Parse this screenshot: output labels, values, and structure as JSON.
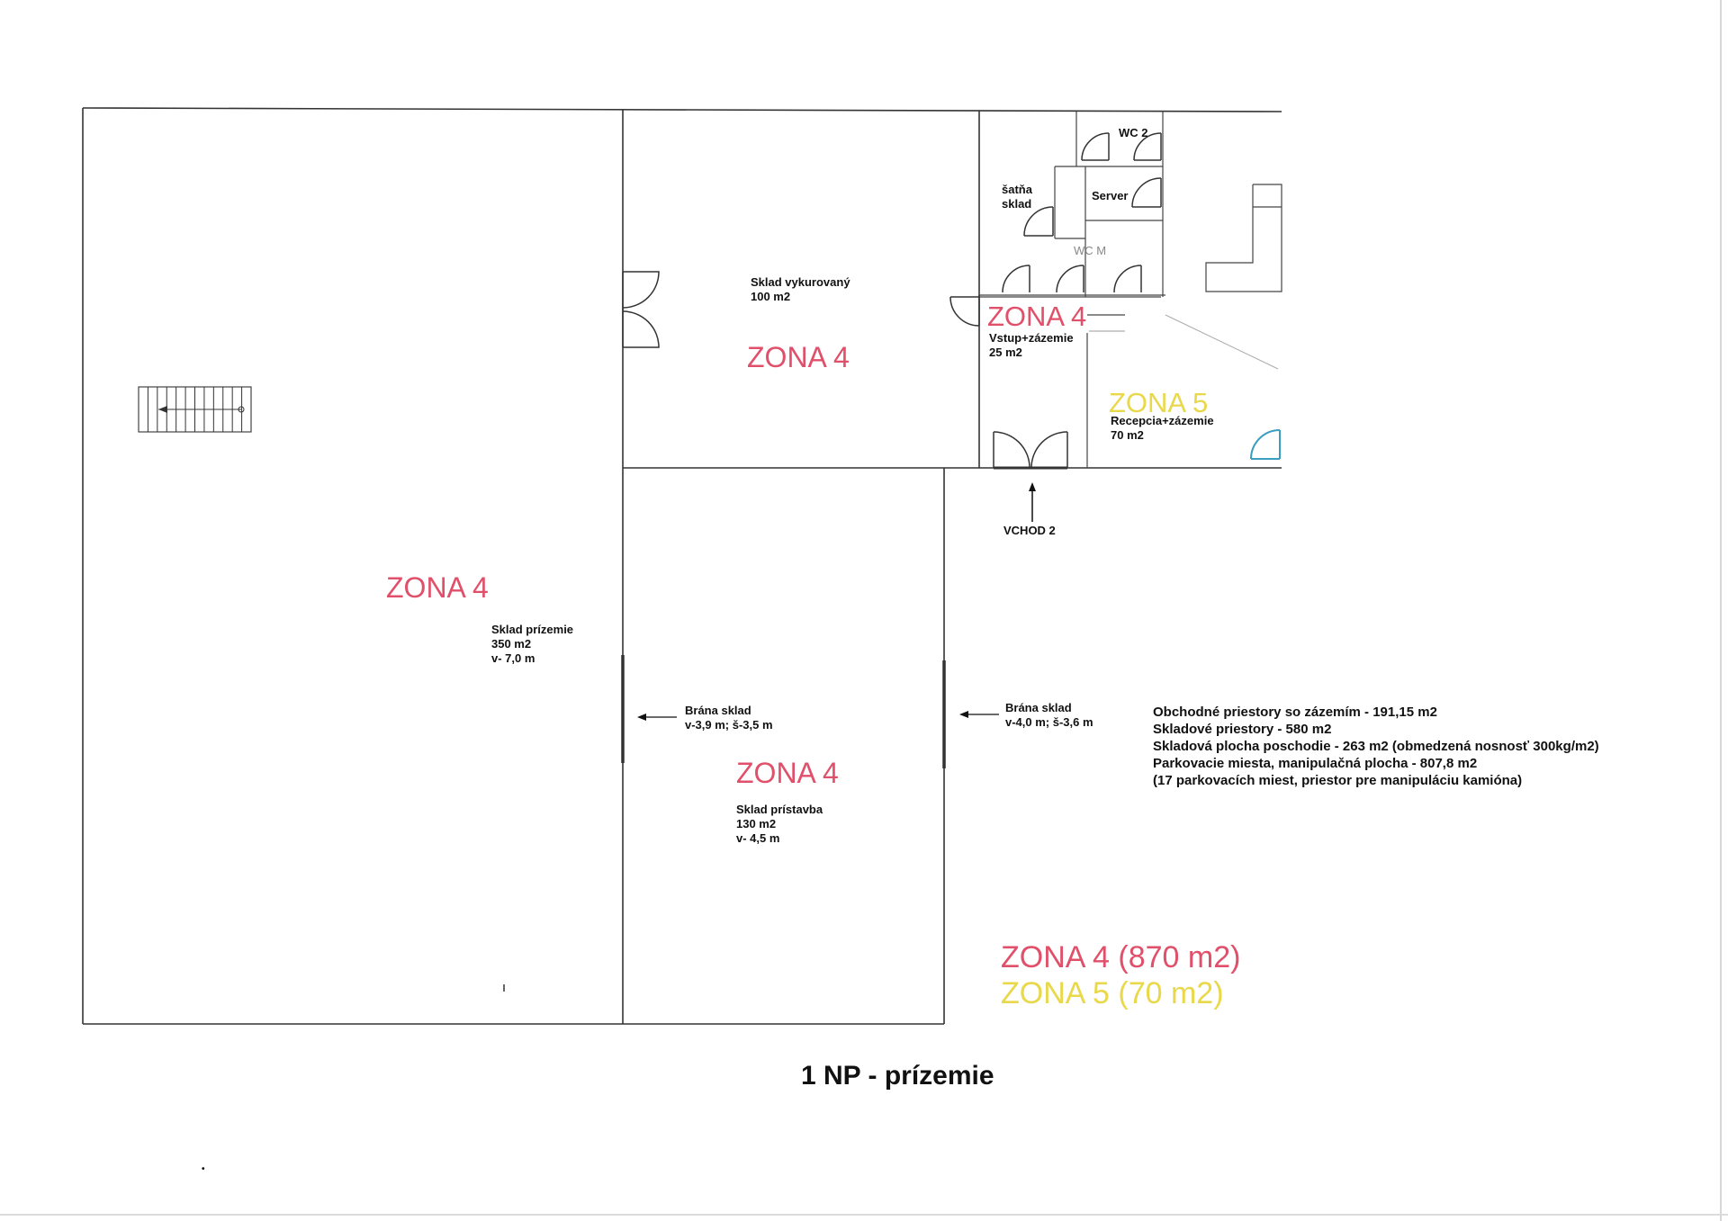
{
  "colors": {
    "zona4": "#e0506a",
    "zona5": "#e8d84a",
    "walls": "#333333",
    "text": "#111111",
    "blue_door": "#3a9ec0"
  },
  "rooms": {
    "sklad_vykurovany": {
      "name": "Sklad vykurovaný",
      "area": "100 m2",
      "zone": "ZONA 4"
    },
    "sklad_prizemie": {
      "zone": "ZONA 4",
      "name": "Sklad prízemie",
      "area": "350 m2",
      "height": "v- 7,0 m"
    },
    "sklad_pristavba": {
      "zone": "ZONA 4",
      "name": "Sklad prístavba",
      "area": "130 m2",
      "height": "v- 4,5 m"
    },
    "vstup": {
      "zone": "ZONA 4",
      "name": "Vstup+zázemie",
      "area": "25 m2"
    },
    "recepcia": {
      "zone": "ZONA 5",
      "name": "Recepcia+zázemie",
      "area": "70 m2"
    },
    "satna": {
      "line1": "šatňa",
      "line2": "sklad"
    },
    "server": "Server",
    "wc2": "WC 2",
    "wcm": "WC M"
  },
  "gates": {
    "gate1": {
      "title": "Brána sklad",
      "dims": "v-3,9 m; š-3,5 m"
    },
    "gate2": {
      "title": "Brána sklad",
      "dims": "v-4,0 m; š-3,6 m"
    }
  },
  "entrance": "VCHOD 2",
  "summary": [
    "Obchodné priestory so zázemím - 191,15 m2",
    "Skladové priestory - 580 m2",
    "Skladová plocha poschodie - 263 m2 (obmedzená nosnosť 300kg/m2)",
    "Parkovacie miesta, manipulačná plocha - 807,8 m2",
    "(17 parkovacích miest, priestor pre manipuláciu kamióna)"
  ],
  "totals": {
    "zona4": "ZONA 4 (870 m2)",
    "zona5": "ZONA 5 (70 m2)"
  },
  "floor_title": "1 NP - prízemie"
}
